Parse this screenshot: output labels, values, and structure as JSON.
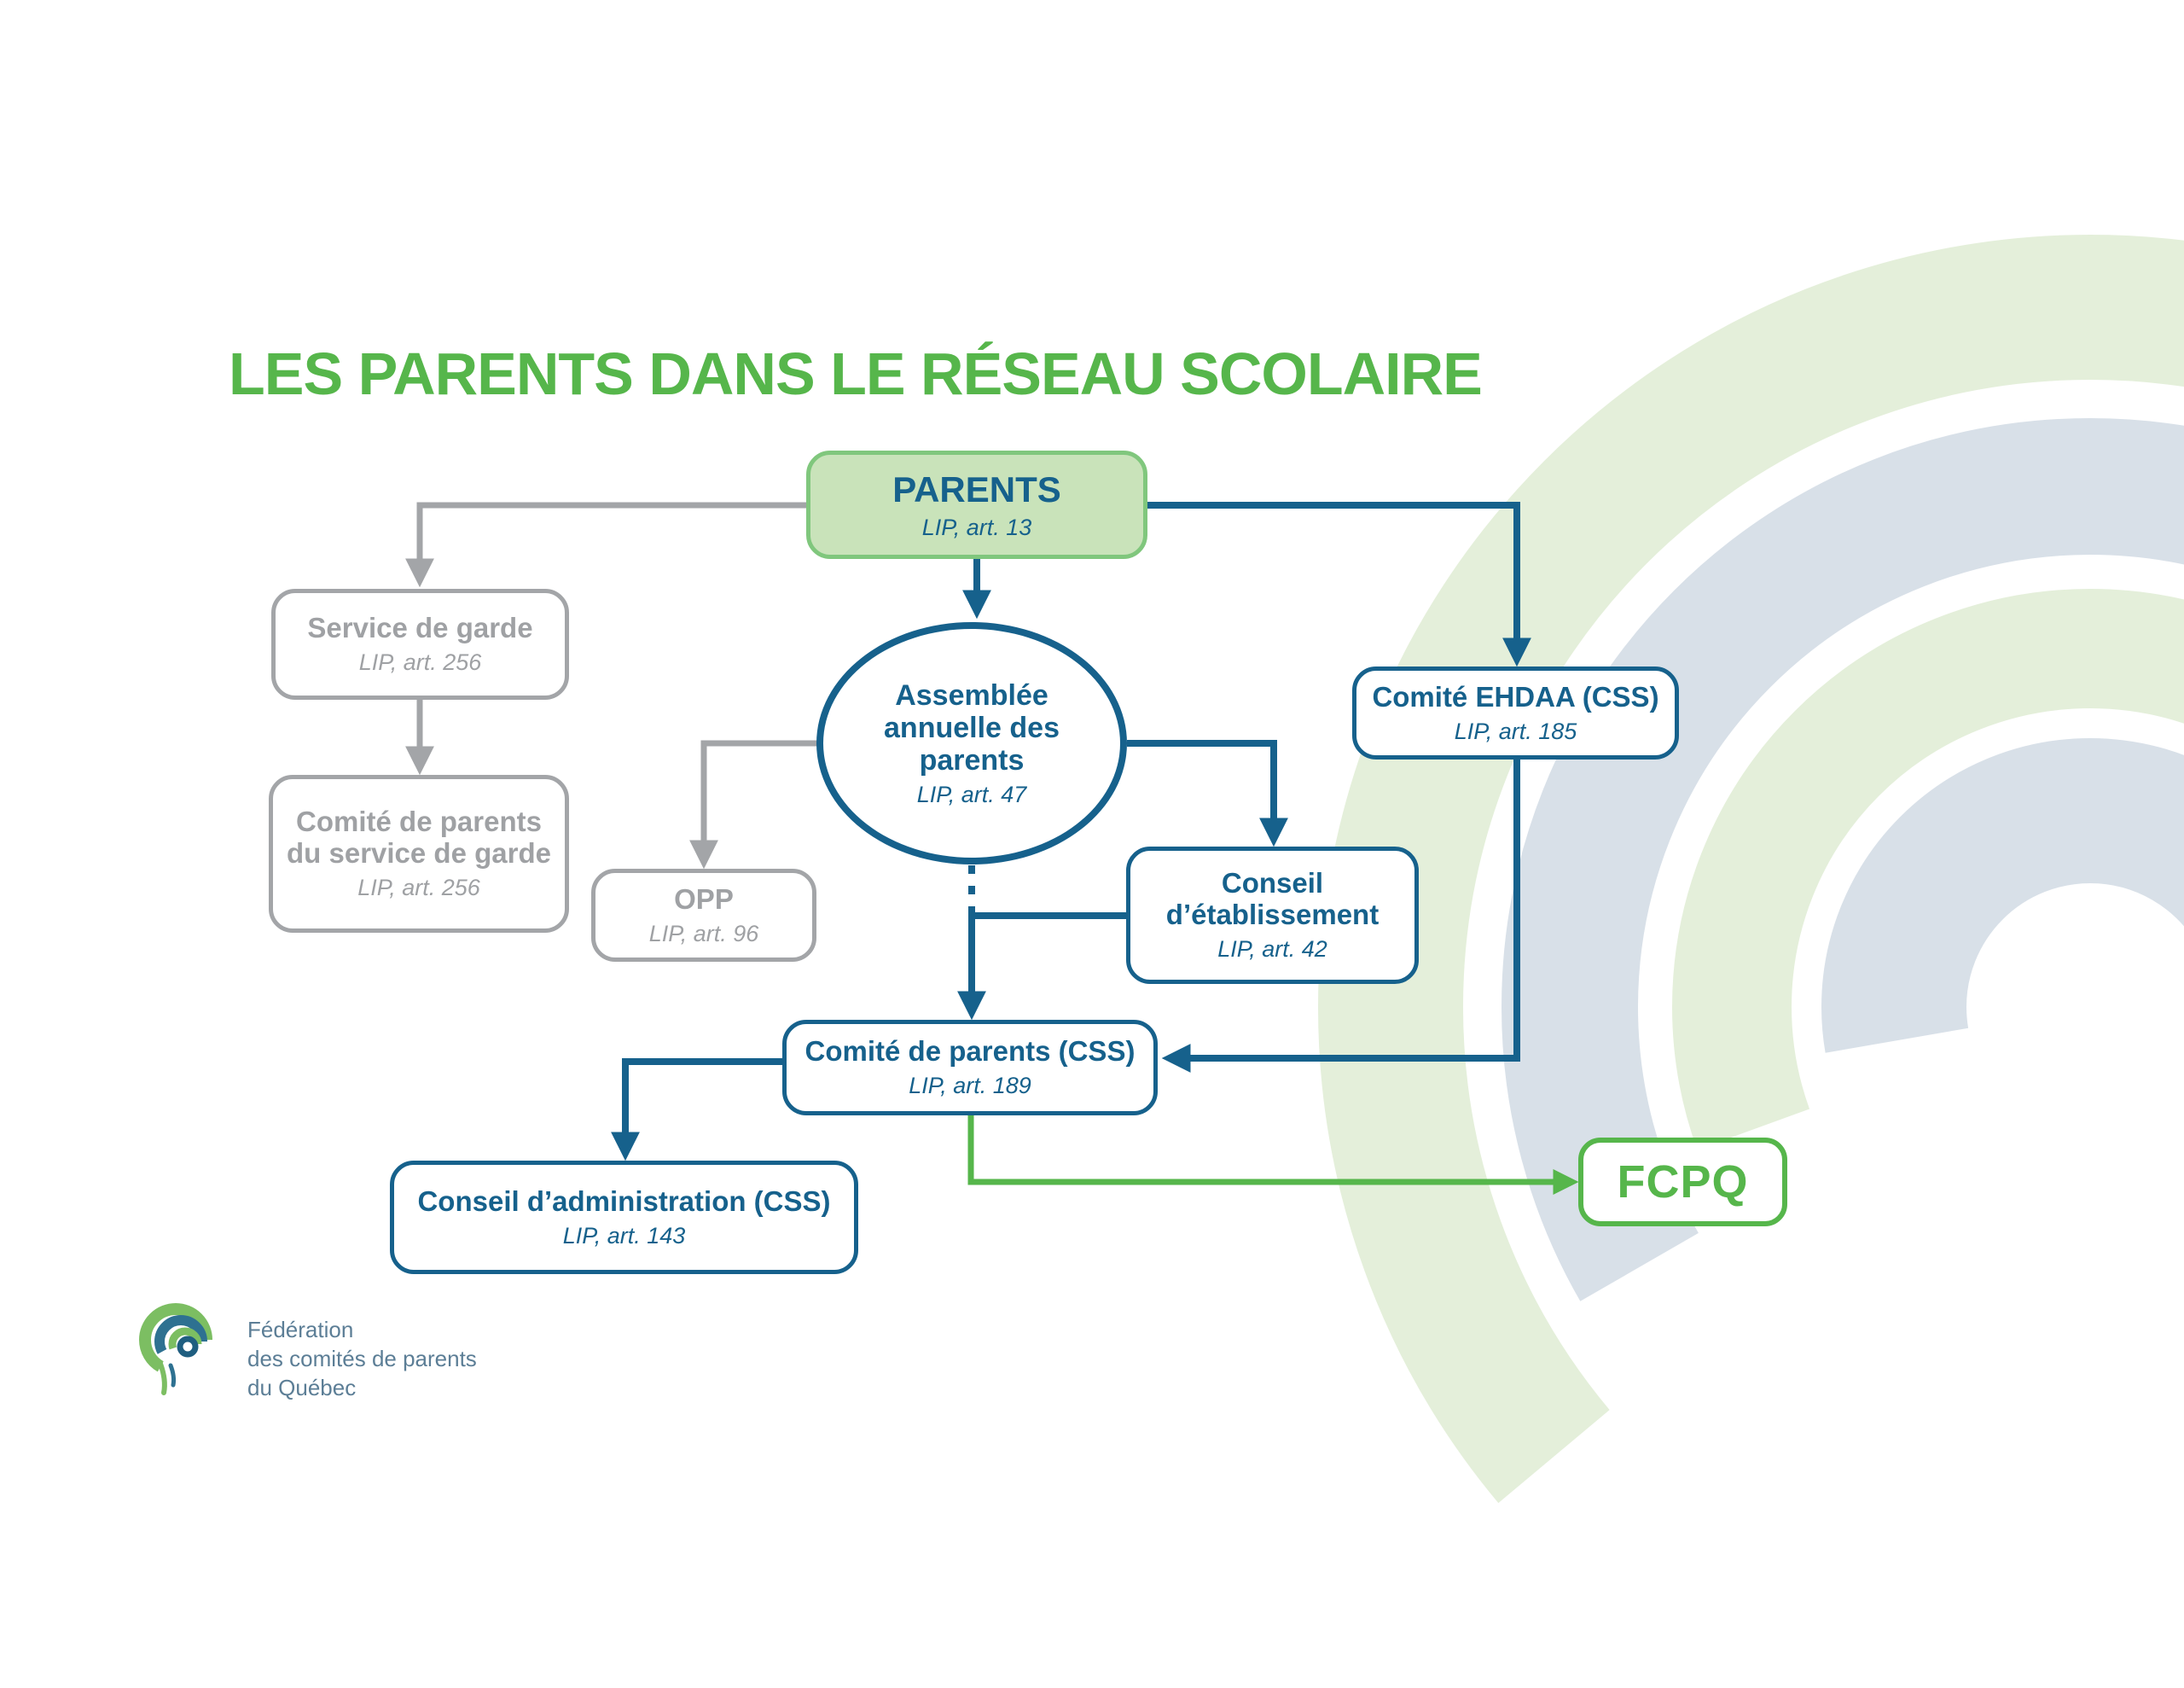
{
  "title": "LES PARENTS DANS LE RÉSEAU SCOLAIRE",
  "colors": {
    "accent_green": "#56B64B",
    "dark_blue": "#16618C",
    "gray": "#A3A5A8",
    "parents_fill": "#C9E3BA",
    "parents_border": "#80C77D",
    "bg_swirl_green": "#E4EFDA",
    "bg_swirl_bluegray": "#D8E0E8",
    "logo_text_color": "#5C7E96"
  },
  "nodes": {
    "parents": {
      "label": "PARENTS",
      "ref": "LIP, art. 13"
    },
    "service_garde": {
      "label": "Service de garde",
      "ref": "LIP, art. 256"
    },
    "comite_service_garde": {
      "label": "Comité de parents du service de garde",
      "ref": "LIP, art. 256"
    },
    "opp": {
      "label": "OPP",
      "ref": "LIP, art. 96"
    },
    "assemblee": {
      "label": "Assemblée annuelle des parents",
      "ref": "LIP, art. 47"
    },
    "ehdaa": {
      "label": "Comité EHDAA (CSS)",
      "ref": "LIP, art. 185"
    },
    "conseil_etablissement": {
      "label": "Conseil d’établissement",
      "ref": "LIP, art. 42"
    },
    "comite_parents": {
      "label": "Comité de parents (CSS)",
      "ref": "LIP, art. 189"
    },
    "conseil_administration": {
      "label": "Conseil d’administration (CSS)",
      "ref": "LIP, art. 143"
    },
    "fcpq": {
      "label": "FCPQ"
    }
  },
  "logo": {
    "line1": "Fédération",
    "line2": "des comités de parents",
    "line3": "du Québec"
  }
}
